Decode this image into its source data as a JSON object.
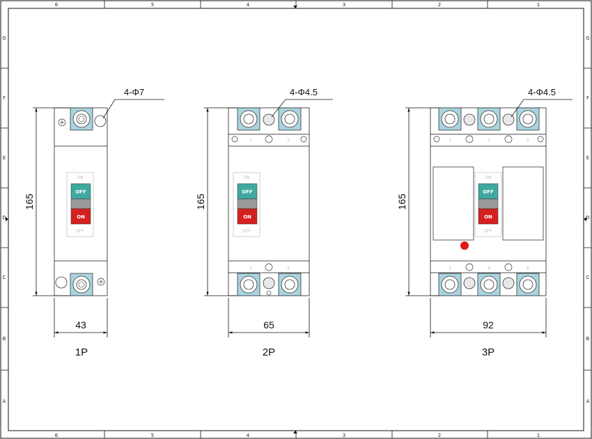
{
  "frame": {
    "top_columns": [
      "6",
      "5",
      "4",
      "3",
      "2",
      "1"
    ],
    "side_rows": [
      "G",
      "F",
      "E",
      "D",
      "C",
      "B",
      "A"
    ]
  },
  "breakers": [
    {
      "caption": "1P",
      "height_dim": "165",
      "width_dim": "43",
      "hole_callout": "4-Φ7",
      "switch_on": "ON",
      "switch_off": "OFF",
      "terminals_top": [],
      "terminals_bottom": []
    },
    {
      "caption": "2P",
      "height_dim": "165",
      "width_dim": "65",
      "hole_callout": "4-Φ4.5",
      "switch_on": "ON",
      "switch_off": "OFF",
      "terminals_top": [
        "1",
        "3"
      ],
      "terminals_bottom": [
        "2",
        "4"
      ]
    },
    {
      "caption": "3P",
      "height_dim": "165",
      "width_dim": "92",
      "hole_callout": "4-Φ4.5",
      "switch_on": "ON",
      "switch_off": "OFF",
      "terminals_top": [
        "1",
        "3",
        "5"
      ],
      "terminals_bottom": [
        "2",
        "4",
        "6"
      ]
    }
  ],
  "colors": {
    "off_button": "#3fa9a0",
    "on_button": "#d42020",
    "neutral_button": "#9a9a9a",
    "terminal": "#a9d4df",
    "indicator": "#e01818"
  }
}
